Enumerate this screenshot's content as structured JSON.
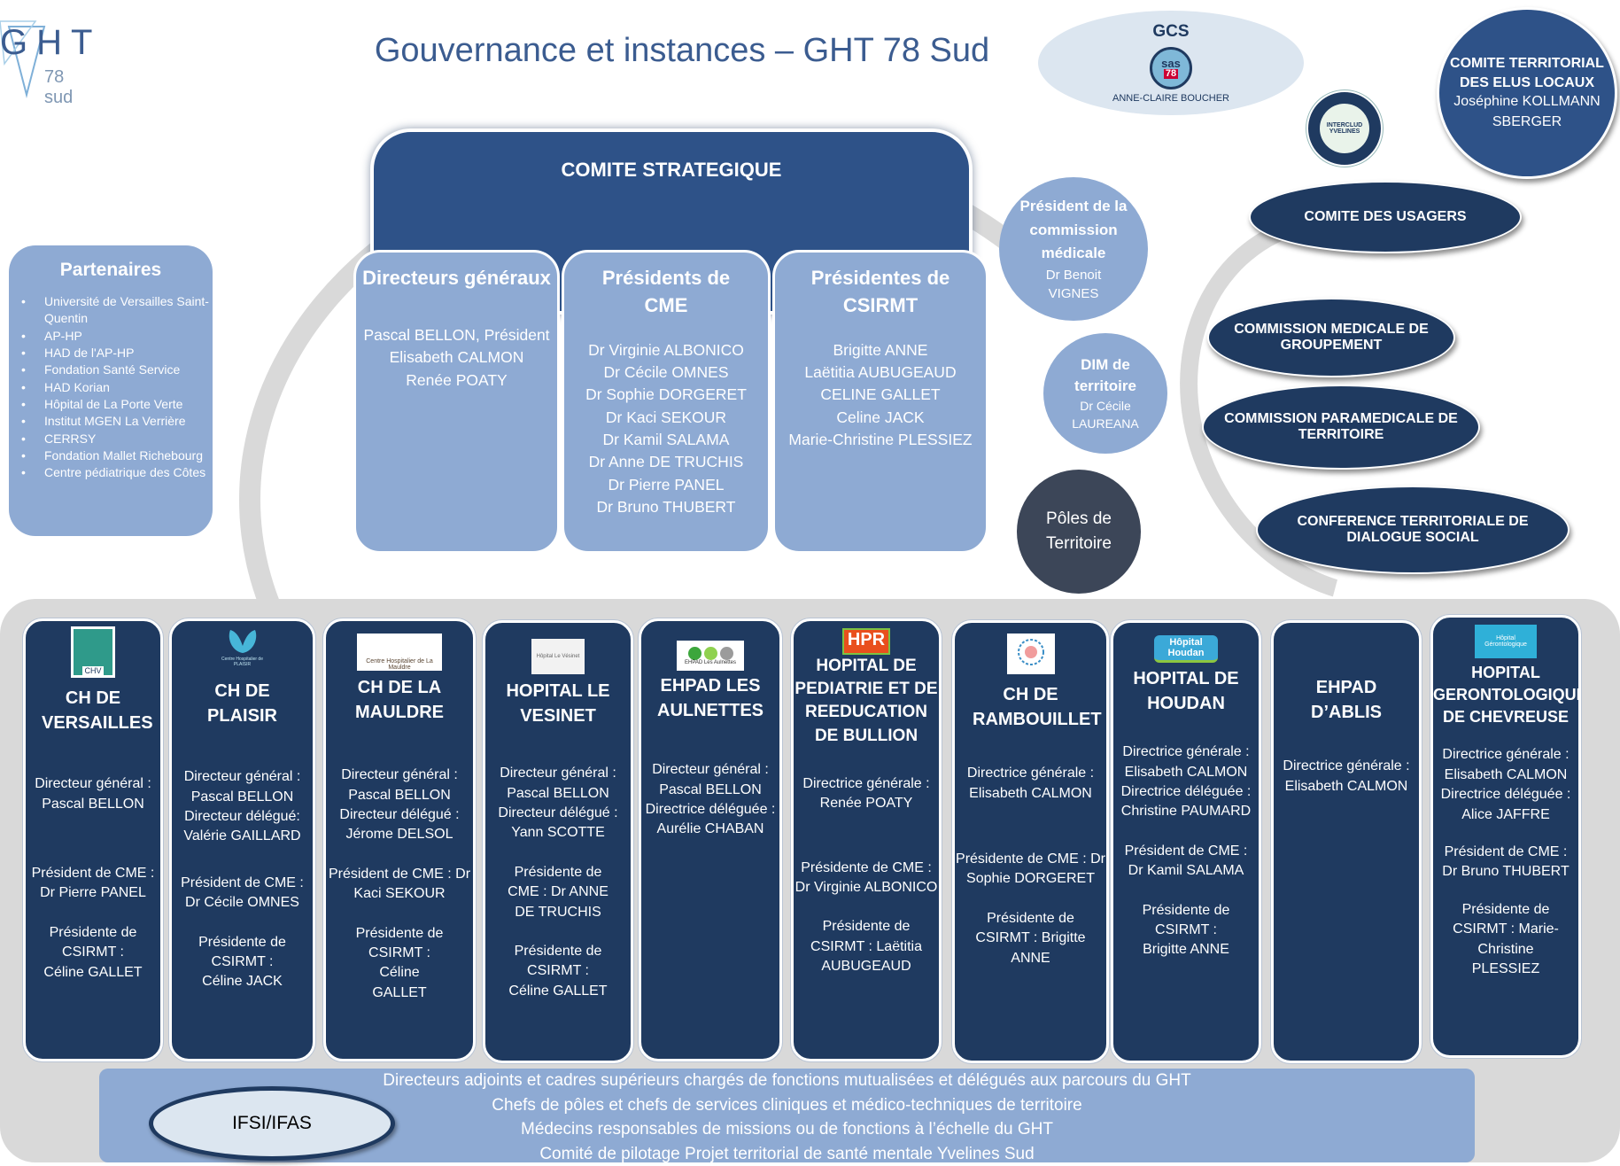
{
  "header": {
    "title": "Gouvernance et instances – GHT 78 Sud",
    "logo_text": "GHT",
    "logo_sub": "78 sud"
  },
  "gcs": {
    "title": "GCS",
    "logo_text": "sas",
    "logo_sub": "78",
    "person": "Anne-Claire BOUCHER"
  },
  "interclud": {
    "label": "INTERCLUD",
    "sub": "YVELINES"
  },
  "comite_territorial": {
    "title": "COMITE TERRITORIAL DES ELUS LOCAUX",
    "person": "Joséphine KOLLMANNSBERGER"
  },
  "comite_strategique": {
    "title": "COMITE STRATEGIQUE"
  },
  "partenaires": {
    "title": "Partenaires",
    "items": [
      "Université de Versailles Saint-Quentin",
      "AP-HP",
      "HAD de l'AP-HP",
      "Fondation Santé Service",
      "HAD Korian",
      "Hôpital de La Porte Verte",
      "Institut MGEN La Verrière",
      "CERRSY",
      "Fondation Mallet Richebourg",
      "Centre pédiatrique des Côtes"
    ]
  },
  "columns": [
    {
      "title": "Directeurs généraux",
      "members": [
        "Pascal BELLON, Président",
        "Elisabeth CALMON",
        "Renée POATY"
      ]
    },
    {
      "title": "Présidents de CME",
      "members": [
        "Dr Virginie ALBONICO",
        "Dr Cécile OMNES",
        "Dr Sophie DORGERET",
        "Dr Kaci SEKOUR",
        "Dr Kamil SALAMA",
        "Dr Anne DE TRUCHIS",
        "Dr Pierre PANEL",
        "Dr Bruno THUBERT"
      ]
    },
    {
      "title": "Présidentes de CSIRMT",
      "members": [
        "Brigitte ANNE",
        "Laëtitia AUBUGEAUD",
        "CELINE GALLET",
        "Celine JACK",
        "Marie-Christine PLESSIEZ"
      ]
    }
  ],
  "circles": {
    "pres_commission": {
      "title": "Président de la commission médicale",
      "person": "Dr Benoit VIGNES"
    },
    "dim": {
      "title": "DIM de territoire",
      "person": "Dr Cécile LAUREANA"
    },
    "poles": {
      "title": "Pôles de Territoire"
    }
  },
  "right_ellipses": [
    "COMITE DES USAGERS",
    "COMMISSION MEDICALE DE GROUPEMENT",
    "COMMISSION PARAMEDICALE DE TERRITOIRE",
    "CONFERENCE TERRITORIALE DE DIALOGUE SOCIAL"
  ],
  "hospitals": [
    {
      "logo": "CHV",
      "name": "CH DE VERSAILLES",
      "dir": "Directeur général : Pascal BELLON",
      "cme": "Président de CME : Dr Pierre PANEL",
      "csirmt": "Présidente de CSIRMT : Céline GALLET"
    },
    {
      "logo": "Centre Hospitalier de PLAISIR",
      "name": "CH DE PLAISIR",
      "dir": "Directeur général : Pascal BELLON Directeur délégué: Valérie GAILLARD",
      "cme": "Président de CME : Dr Cécile OMNES",
      "csirmt": "Présidente de CSIRMT : Céline JACK"
    },
    {
      "logo": "Centre Hospitalier de La Mauldre",
      "name": "CH DE LA MAULDRE",
      "dir": "Directeur général : Pascal BELLON Directeur délégué : Jérome DELSOL",
      "cme": "Président de CME : Dr Kaci SEKOUR",
      "csirmt": "Présidente de CSIRMT : Céline GALLET"
    },
    {
      "logo": "Hôpital Le Vésinet",
      "name": "HOPITAL LE VESINET",
      "dir": "Directeur général : Pascal BELLON Directeur délégué : Yann SCOTTE",
      "cme": "Présidente de CME : Dr ANNE DE TRUCHIS",
      "csirmt": "Présidente de CSIRMT : Céline GALLET"
    },
    {
      "logo": "EHPAD Les Aulnettes",
      "name": "EHPAD LES AULNETTES",
      "dir": "Directeur général : Pascal BELLON Directrice déléguée : Aurélie CHABAN",
      "cme": "",
      "csirmt": ""
    },
    {
      "logo": "HPR",
      "name": "HOPITAL DE PEDIATRIE ET DE REEDUCATION DE BULLION",
      "dir": "Directrice générale : Renée POATY",
      "cme": "Présidente de CME : Dr Virginie ALBONICO",
      "csirmt": "Présidente de CSIRMT : Laëtitia AUBUGEAUD"
    },
    {
      "logo": "CH Rambouillet",
      "name": "CH DE RAMBOUILLET",
      "dir": "Directrice générale : Elisabeth CALMON",
      "cme": "Présidente de CME : Dr Sophie DORGERET",
      "csirmt": "Présidente de CSIRMT : Brigitte ANNE"
    },
    {
      "logo": "Hôpital Houdan",
      "name": "HOPITAL DE HOUDAN",
      "dir": "Directrice générale : Elisabeth CALMON Directrice déléguée : Christine PAUMARD",
      "cme": "Président de CME : Dr Kamil SALAMA",
      "csirmt": "Présidente de CSIRMT : Brigitte ANNE"
    },
    {
      "logo": "",
      "name": "EHPAD D’ABLIS",
      "dir": "Directrice générale : Elisabeth CALMON",
      "cme": "",
      "csirmt": ""
    },
    {
      "logo": "Hôpital Gérontologique",
      "name": "HOPITAL GERONTOLOGIQUE DE CHEVREUSE",
      "dir": "Directrice générale : Elisabeth CALMON Directrice déléguée : Alice JAFFRE",
      "cme": "Président de CME : Dr Bruno THUBERT",
      "csirmt": "Présidente de CSIRMT : Marie-Christine PLESSIEZ"
    }
  ],
  "bottom": {
    "ifsi": "IFSI/IFAS",
    "lines": [
      "Directeurs adjoints et cadres supérieurs chargés de fonctions mutualisées et délégués aux parcours du GHT",
      "Chefs de pôles et chefs de services cliniques et médico-techniques de territoire",
      "Médecins responsables de missions ou de fonctions à l’échelle du GHT",
      "Comité de pilotage Projet territorial de santé mentale Yvelines Sud"
    ]
  },
  "colors": {
    "navy": "#1f3a60",
    "light_blue": "#8eaad3",
    "mid_blue": "#2e5288",
    "pale": "#dce6f0",
    "grey": "#d9d9d9"
  }
}
